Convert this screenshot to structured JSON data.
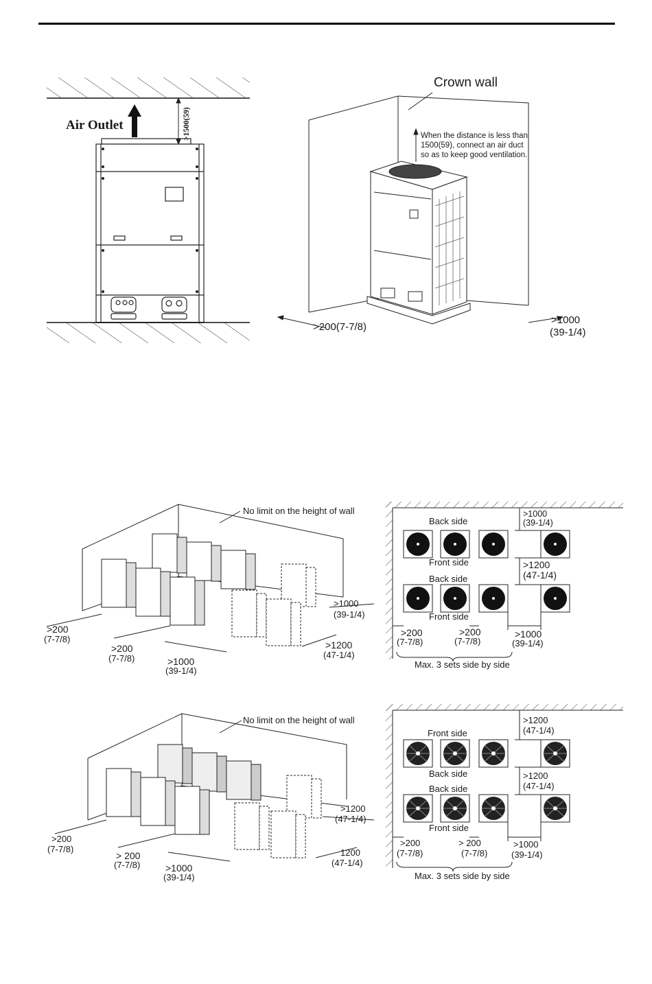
{
  "fig1": {
    "air_outlet": "Air Outlet",
    "clearance_top": ">1500(59)"
  },
  "fig2": {
    "crown_wall": "Crown wall",
    "note": [
      "When the distance is less than",
      "1500(59), connect an air duct",
      "so as to keep good ventilation."
    ],
    "left_clearance": ">200(7-7/8)",
    "right_clearance": ">1000",
    "right_clearance_in": "(39-1/4)"
  },
  "fig3": {
    "wall_note": "No limit on the height of wall",
    "dims": [
      {
        "mm": ">200",
        "in": "(7-7/8)"
      },
      {
        "mm": ">200",
        "in": "(7-7/8)"
      },
      {
        "mm": ">1000",
        "in": "(39-1/4)"
      },
      {
        "mm": ">1000",
        "in": "(39-1/4)"
      },
      {
        "mm": ">1200",
        "in": "(47-1/4)"
      }
    ]
  },
  "fig4": {
    "labels": {
      "back1": "Back side",
      "front1": "Front side",
      "back2": "Back side",
      "front2": "Front side"
    },
    "top_gap": {
      "mm": ">1000",
      "in": "(39-1/4)"
    },
    "row_gap": {
      "mm": ">1200",
      "in": "(47-1/4)"
    },
    "bottom": [
      {
        "mm": ">200",
        "in": "(7-7/8)"
      },
      {
        "mm": ">200",
        "in": "(7-7/8)"
      },
      {
        "mm": ">1000",
        "in": "(39-1/4)"
      }
    ],
    "max_sets": "Max. 3 sets side by side"
  },
  "fig5": {
    "wall_note": "No limit on the height of wall",
    "dims": [
      {
        "mm": ">200",
        "in": "(7-7/8)"
      },
      {
        "mm": "> 200",
        "in": "(7-7/8)"
      },
      {
        "mm": ">1000",
        "in": "(39-1/4)"
      },
      {
        "mm": ">1200",
        "in": "(47-1/4)"
      },
      {
        "mm": "1200",
        "in": "(47-1/4)"
      }
    ]
  },
  "fig6": {
    "labels": {
      "front1": "Front side",
      "back1": "Back side",
      "back2": "Back side",
      "front2": "Front side"
    },
    "top_gap": {
      "mm": ">1200",
      "in": "(47-1/4)"
    },
    "row_gap": {
      "mm": ">1200",
      "in": "(47-1/4)"
    },
    "bottom": [
      {
        "mm": ">200",
        "in": "(7-7/8)"
      },
      {
        "mm": ">  200",
        "in": "(7-7/8)"
      },
      {
        "mm": ">1000",
        "in": "(39-1/4)"
      }
    ],
    "max_sets": "Max. 3 sets side by side"
  }
}
